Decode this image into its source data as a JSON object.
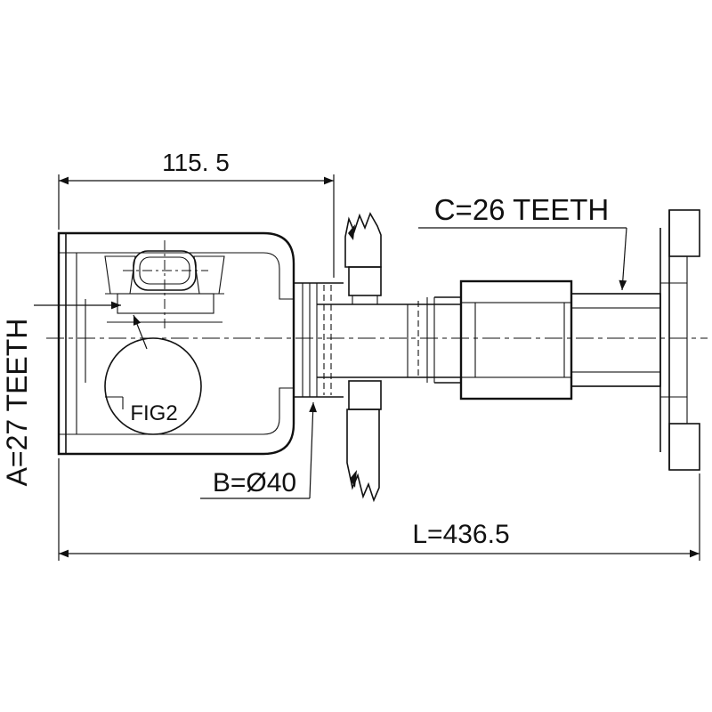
{
  "drawing": {
    "type": "technical-cross-section",
    "subject": "inner CV joint drive shaft",
    "labels": {
      "dim_width_top": "115. 5",
      "teeth_a": "A=27 TEETH",
      "teeth_c": "C=26 TEETH",
      "fig_ref": "FIG2",
      "dim_b": "B=Ø40",
      "dim_l": "L=436.5"
    },
    "colors": {
      "ink": "#111111",
      "paper": "#ffffff"
    }
  }
}
